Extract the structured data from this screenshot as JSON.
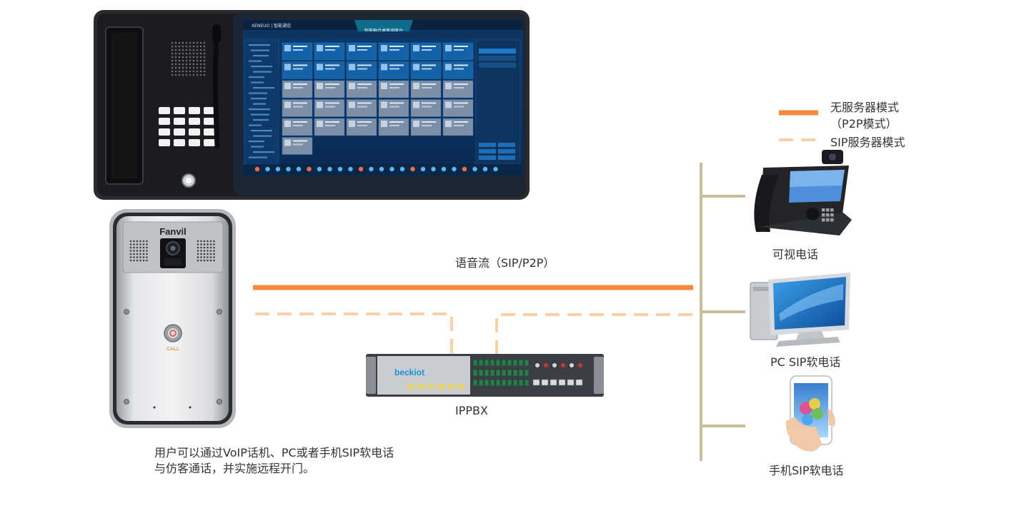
{
  "legend": {
    "solid_label_line1": "无服务器模式",
    "solid_label_line2": "（P2P模式）",
    "dashed_label": "SIP服务器模式",
    "solid_color": "#f58a3c",
    "dashed_color": "#f8cfa8"
  },
  "trunk_color": "#c8bf96",
  "console": {
    "brand": "XENEUO | 智能通信",
    "title": "智能融合桌面调度台"
  },
  "door_station": {
    "brand": "Fanvil",
    "call_label": "CALL"
  },
  "ippbx": {
    "brand": "beckiot",
    "label": "IPPBX"
  },
  "voice_stream_label": "语音流（SIP/P2P）",
  "devices": {
    "video_phone": "可视电话",
    "pc_softphone": "PC SIP软电话",
    "mobile_softphone": "手机SIP软电话"
  },
  "note": {
    "line1": "用户可以通过VoIP话机、PC或者手机SIP软电话",
    "line2": "与仿客通话，并实施远程开门。"
  },
  "icons": [
    "handset-icon",
    "speaker-grille-icon",
    "keypad-icon",
    "gooseneck-mic-icon",
    "camera-icon",
    "call-button-icon",
    "video-phone-icon",
    "desktop-pc-icon",
    "smartphone-icon"
  ]
}
